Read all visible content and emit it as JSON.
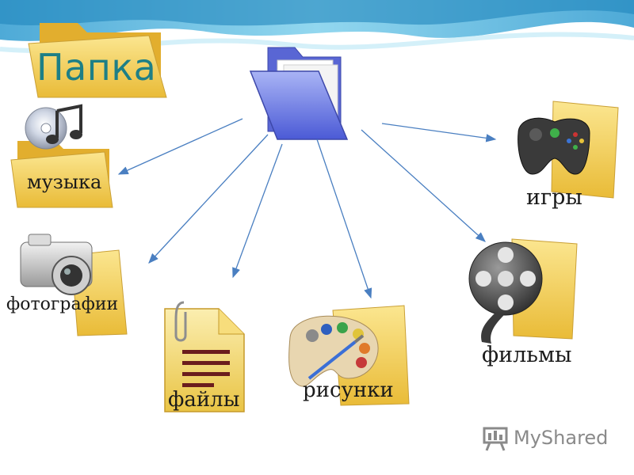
{
  "slide": {
    "title": "Папка",
    "categories": {
      "music": "музыка",
      "photos": "фотографии",
      "files": "файлы",
      "pictures": "рисунки",
      "games": "игры",
      "films": "фильмы"
    },
    "watermark": "MyShared"
  },
  "colors": {
    "title_text": "#1e7f86",
    "arrow": "#4a7fc1",
    "folder_yellow": "#f3cf5a",
    "center_folder_blue": "#6f7fe0",
    "wave_blue": "#4cb0d8"
  },
  "icons": {
    "main": "folder-open-icon",
    "music": "music-cd-icon",
    "photos": "camera-icon",
    "files": "document-icon",
    "pictures": "palette-icon",
    "games": "gamepad-icon",
    "films": "film-reel-icon"
  }
}
